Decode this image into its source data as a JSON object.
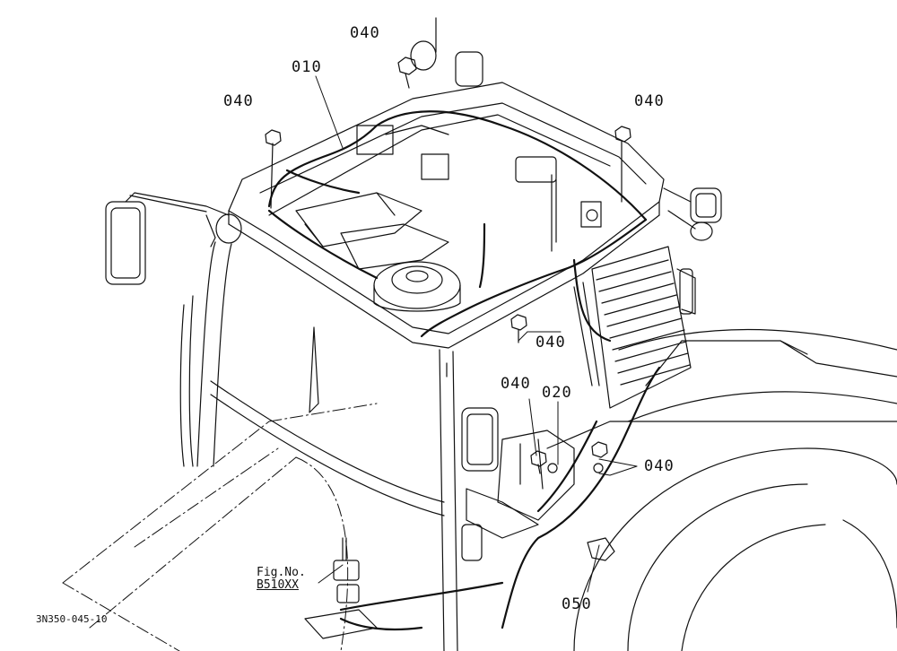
{
  "callouts": {
    "c040_top": "040",
    "c010": "010",
    "c040_left": "040",
    "c040_right": "040",
    "c040_center": "040",
    "c040_lower": "040",
    "c020": "020",
    "c040_side": "040",
    "c050": "050"
  },
  "figure_reference": {
    "label": "Fig.No.",
    "number": "B510XX"
  },
  "diagram_id": "3N350-045-10"
}
